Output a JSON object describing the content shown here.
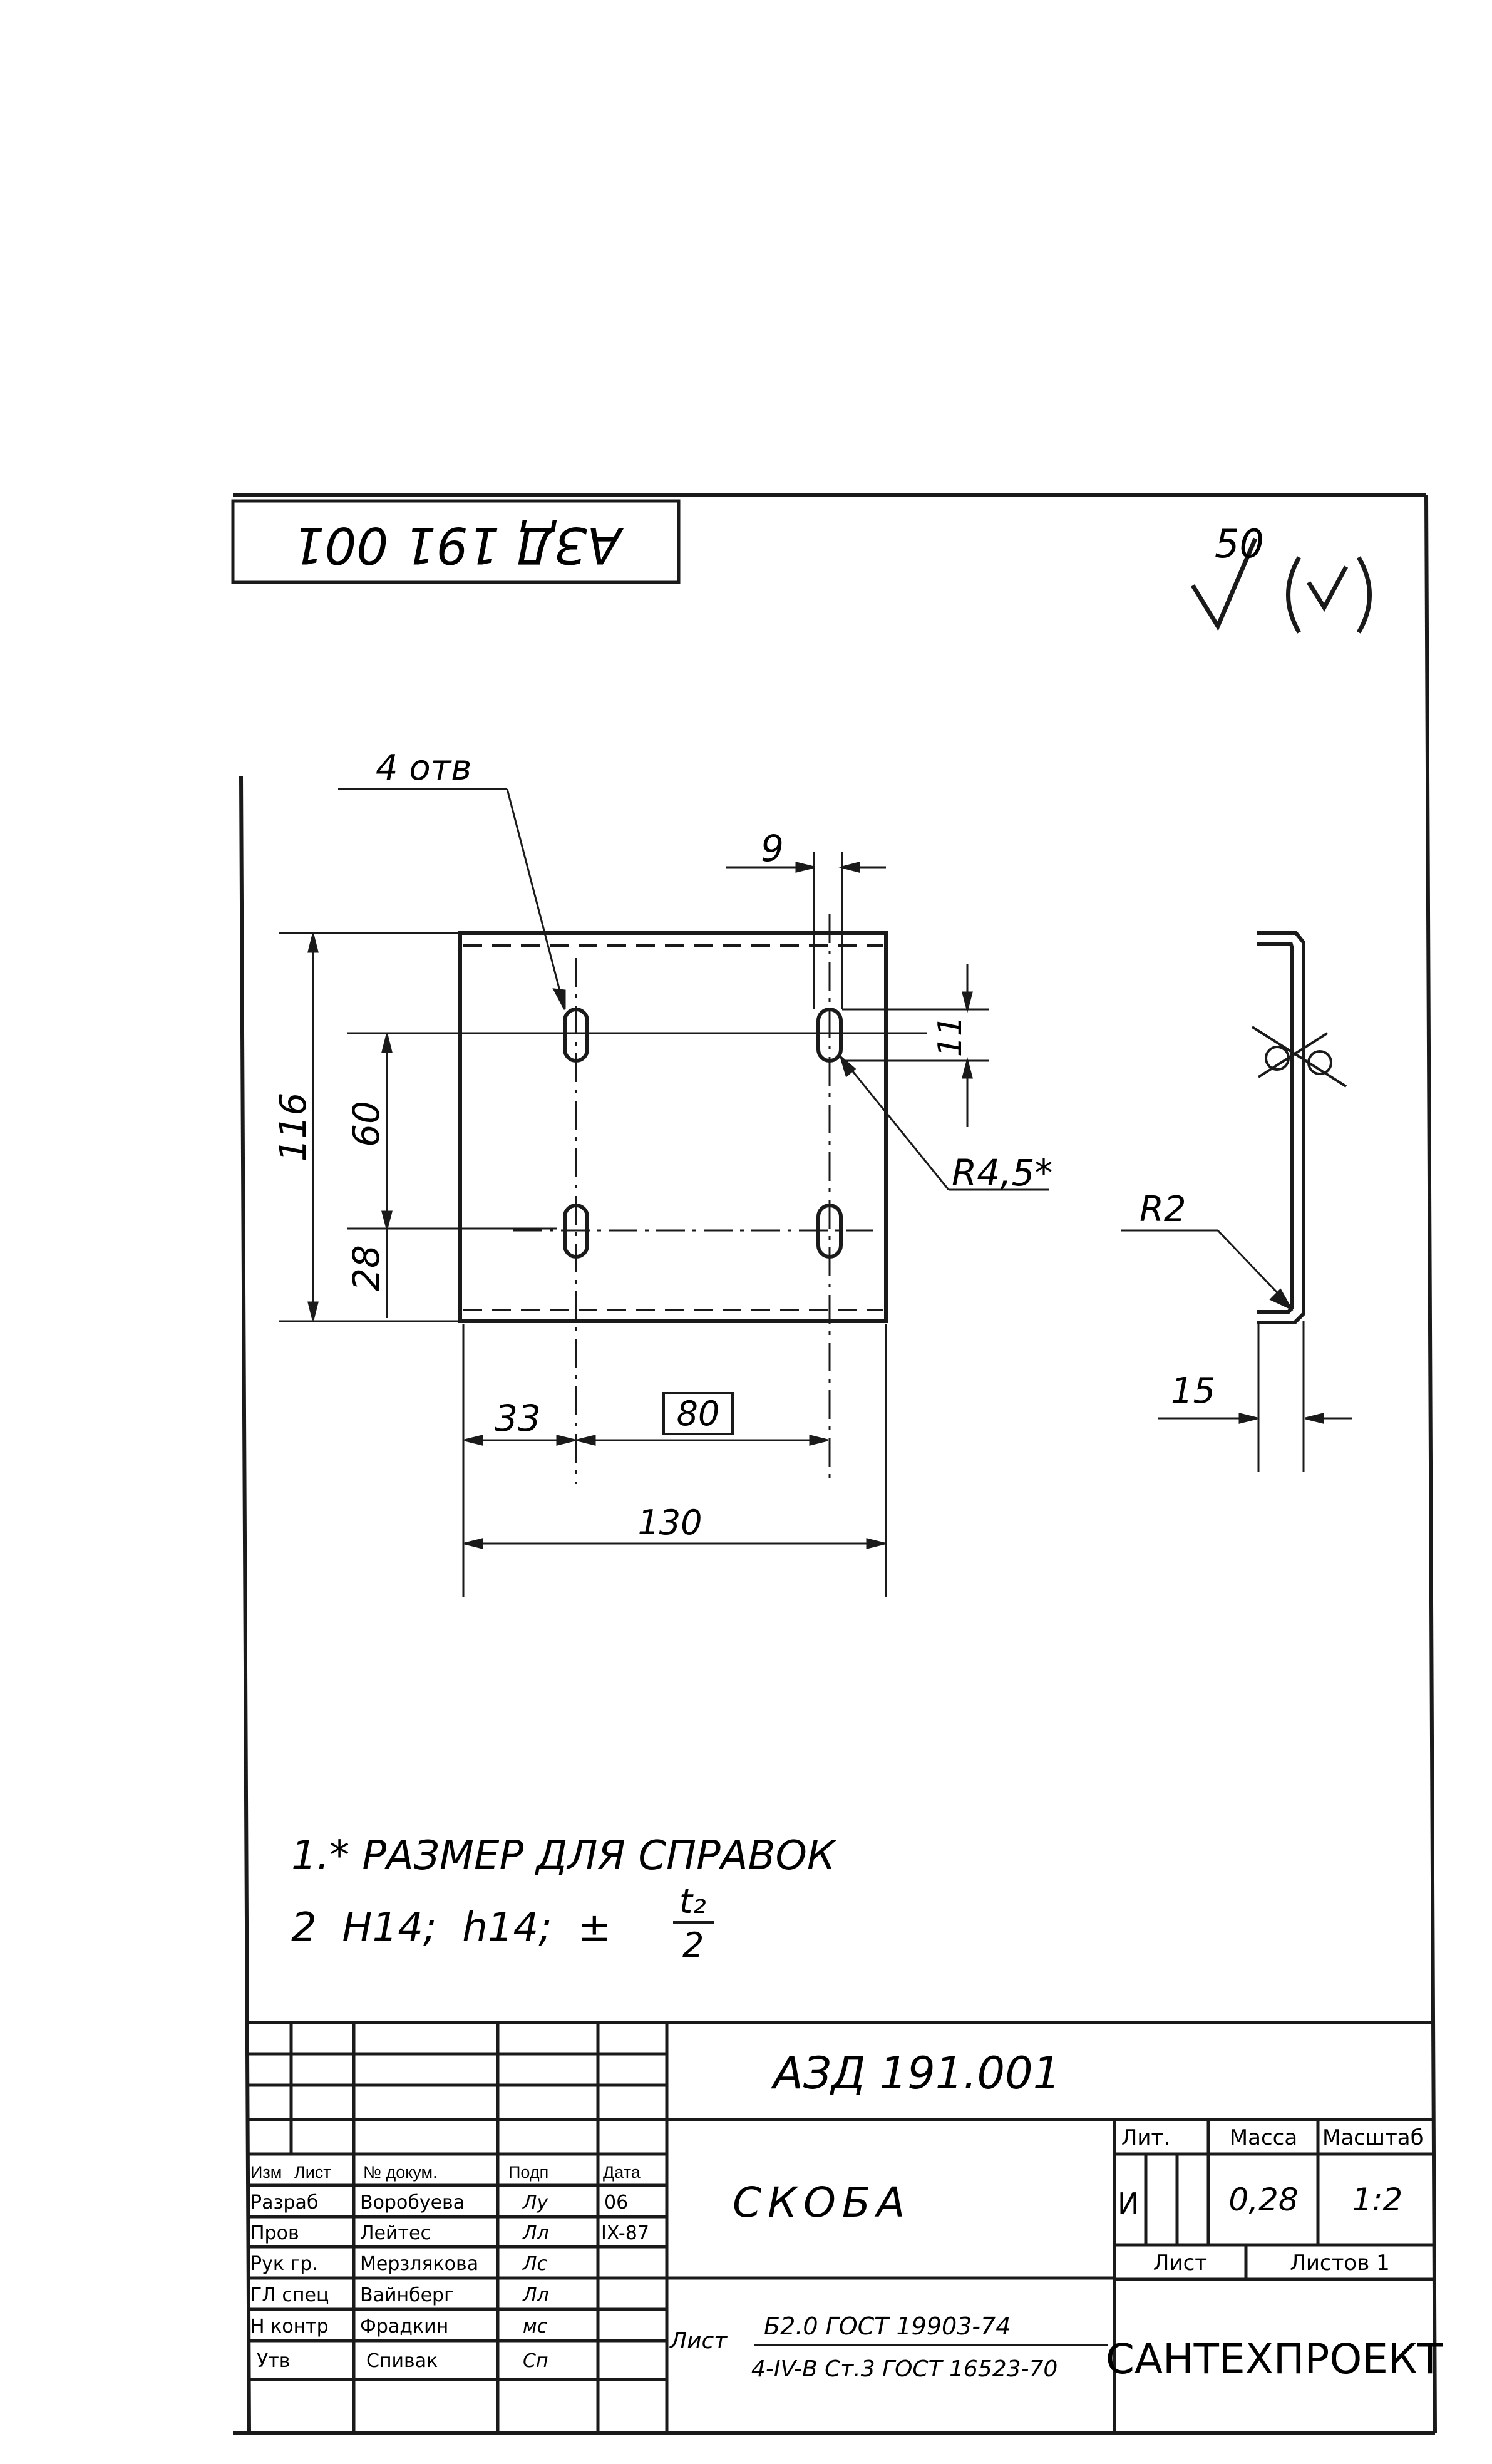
{
  "drawing": {
    "corner_code": "АЗД 191 001",
    "roughness": {
      "value": "50"
    }
  },
  "front_view": {
    "holes_callout": "4 отв",
    "dim_spacing_top": "9",
    "dim_slot_length": "11",
    "radius_callout": "R4,5*",
    "dim_overall_height": "116",
    "dim_hole_spacing_v": "60",
    "dim_hole_offset_v": "28",
    "dim_hole_offset_h": "33",
    "dim_hole_spacing_h": "80",
    "dim_overall_width": "130"
  },
  "side_view": {
    "radius_callout": "R2",
    "dim_flange": "15"
  },
  "notes": {
    "note1": "1.* РАЗМЕР  ДЛЯ  СПРАВОК",
    "note2_prefix": "2  H14;  h14;  ±",
    "note2_frac_num": "t₂",
    "note2_frac_den": "2"
  },
  "title_block": {
    "doc_number": "АЗД 191.001",
    "title": "СКОБА",
    "revision_headers": [
      "Изм",
      "Лист",
      "№ докум.",
      "Подп",
      "Дата"
    ],
    "signature_rows": [
      {
        "role": "Разраб",
        "name": "Воробуева",
        "sig": "Лу",
        "date": "06"
      },
      {
        "role": "Пров",
        "name": "Лейтес",
        "sig": "Лл",
        "date": "IX-87"
      },
      {
        "role": "Рук гр.",
        "name": "Мерзлякова",
        "sig": "Лс",
        "date": ""
      },
      {
        "role": "ГЛ спец",
        "name": "Вайнберг",
        "sig": "Лл",
        "date": ""
      },
      {
        "role": "Н контр",
        "name": "Фрадкин",
        "sig": "мс",
        "date": ""
      },
      {
        "role": "Утв",
        "name": "Спивак",
        "sig": "Сп",
        "date": ""
      }
    ],
    "lit_header": "Лит.",
    "mass_header": "Масса",
    "scale_header": "Масштаб",
    "lit_value": "И",
    "mass_value": "0,28",
    "scale_value": "1:2",
    "sheet_label": "Лист",
    "sheets_label": "Листов 1",
    "material_prefix": "Лист",
    "material_line1": "Б2.0 ГОСТ 19903-74",
    "material_line2": "4-IV-В Ст.3 ГОСТ 16523-70",
    "organization": "САНТЕХПРОЕКТ"
  }
}
